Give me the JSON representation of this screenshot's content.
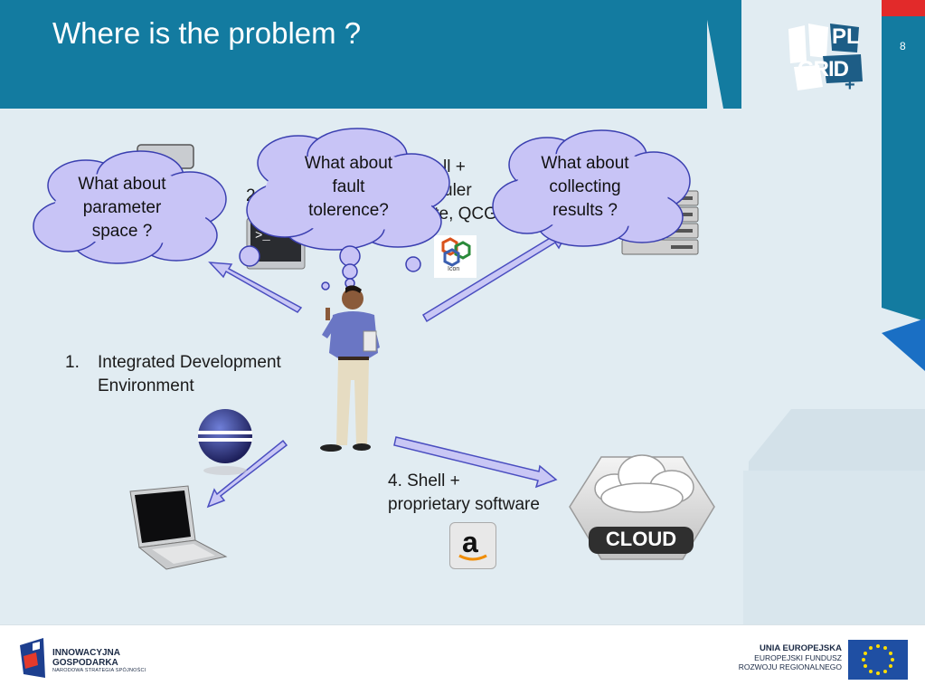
{
  "slide": {
    "title": "Where is the problem ?",
    "page_number": "8"
  },
  "items": {
    "ide_number": "1.",
    "ide_line1": "Integrated Development",
    "ide_line2": "Environment",
    "shell_partial_line1": "ll +",
    "shell_partial_line2": "uler",
    "shell_partial_line3": "ite, QCG",
    "item2_number": "2.",
    "item4_line1": "4. Shell +",
    "item4_line2": "proprietary software",
    "small_icon_label": "Icon",
    "cloud_badge": "CLOUD"
  },
  "thoughts": {
    "parameter_space": [
      "What about",
      "parameter",
      "space ?"
    ],
    "fault_tolerence": [
      "What about",
      "fault",
      "tolerence?"
    ],
    "collecting_results": [
      "What about",
      "collecting",
      "results ?"
    ]
  },
  "logo": {
    "line1": "PL",
    "line2": "GRID",
    "plus": "+"
  },
  "footer": {
    "left_line1": "INNOWACYJNA",
    "left_line2": "GOSPODARKA",
    "left_line3": "NARODOWA STRATEGIA SPÓJNOŚCI",
    "right_line1": "UNIA EUROPEJSKA",
    "right_line2": "EUROPEJSKI FUNDUSZ",
    "right_line3": "ROZWOJU REGIONALNEGO"
  },
  "colors": {
    "header_blue": "#137ba0",
    "slide_bg": "#e1ecf2",
    "thought_fill": "#c8c4f6",
    "thought_stroke": "#3a3fb0",
    "arrow_fill": "#c9c7f5",
    "eu_blue": "#1f4fa3",
    "eu_star": "#ffde00"
  }
}
